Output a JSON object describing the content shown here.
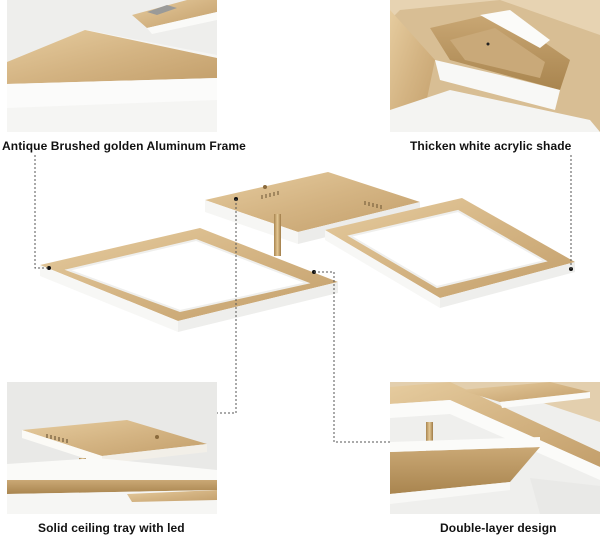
{
  "captions": {
    "top_left": "Antique Brushed golden Aluminum Frame",
    "top_right": "Thicken white acrylic shade",
    "bottom_left": "Solid ceiling tray with led",
    "bottom_right": "Double-layer design"
  },
  "colors": {
    "gold": "#d9b98c",
    "gold_dark": "#b7935f",
    "acrylic_white": "#f7f7f5",
    "leader_line": "#555555",
    "caption_text": "#111111"
  }
}
